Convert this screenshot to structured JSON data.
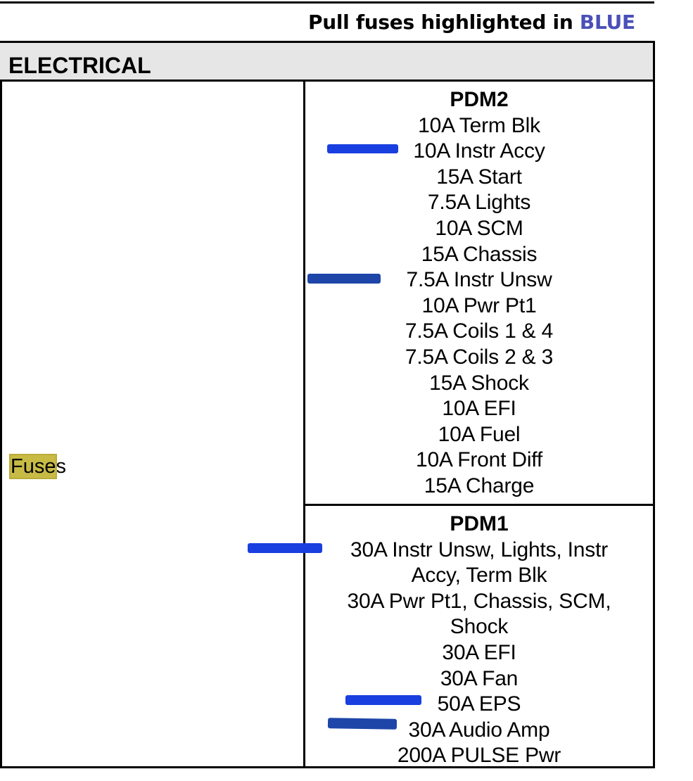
{
  "instruction": {
    "prefix": "Pull fuses highlighted in ",
    "accent_word": "BLUE",
    "accent_color": "#4a50b8"
  },
  "section": {
    "title": "ELECTRICAL"
  },
  "row": {
    "label": "Fuses",
    "label_highlight_color": "#c8bb45"
  },
  "pdm2": {
    "heading": "PDM2",
    "fuses": [
      "10A Term Blk",
      "10A Instr Accy",
      "15A Start",
      "7.5A Lights",
      "10A SCM",
      "15A Chassis",
      "7.5A Instr Unsw",
      "10A Pwr Pt1",
      "7.5A Coils 1 & 4",
      "7.5A Coils 2 & 3",
      "15A Shock",
      "10A EFI",
      "10A Fuel",
      "10A Front Diff",
      "15A Charge"
    ]
  },
  "pdm1": {
    "heading": "PDM1",
    "fuses": [
      "30A Instr Unsw, Lights, Instr Accy, Term Blk",
      "30A Pwr Pt1, Chassis, SCM, Shock",
      "30A EFI",
      "30A Fan",
      "50A EPS",
      "30A Audio Amp",
      "200A PULSE Pwr"
    ]
  },
  "pull_marks": {
    "color": "#1a3fe0",
    "marked_fuses": [
      "10A Instr Accy",
      "7.5A Instr Unsw",
      "30A Instr Unsw, Lights, Instr Accy, Term Blk",
      "50A EPS",
      "30A Audio Amp"
    ]
  }
}
